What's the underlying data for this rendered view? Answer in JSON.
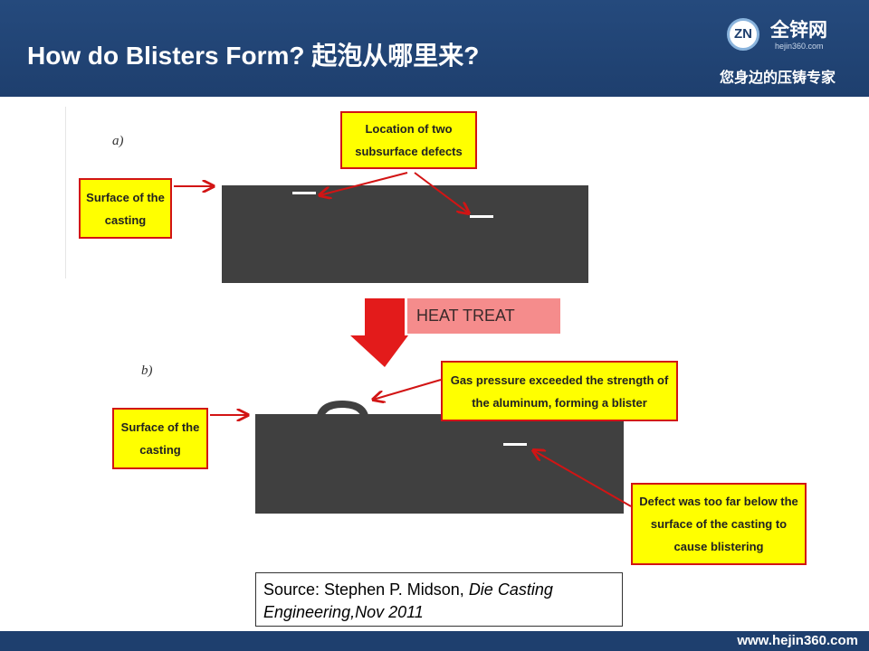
{
  "header": {
    "title": "How do Blisters Form? 起泡从哪里来?",
    "logo_mark": "ZN",
    "logo_name": "全锌网",
    "logo_url": "hejin360.com",
    "tagline": "您身边的压铸专家"
  },
  "diagram": {
    "panel_a_label": "a)",
    "panel_b_label": "b)",
    "callouts": {
      "location_defects": "Location of two subsurface defects",
      "surface_a": "Surface of the casting",
      "surface_b": "Surface of the casting",
      "gas_pressure": "Gas pressure exceeded the strength of the aluminum, forming a blister",
      "defect_deep": "Defect was too far below the surface of the casting to cause blistering"
    },
    "heat_treat": "HEAT TREAT",
    "colors": {
      "casting": "#404040",
      "callout_fill": "#ffff00",
      "arrow": "#d21414",
      "heat_label": "#f58c8c"
    }
  },
  "source": {
    "prefix": "Source: Stephen P. Midson, ",
    "publication": "Die Casting Engineering,Nov 2011"
  },
  "footer": {
    "url": "www.hejin360.com"
  }
}
